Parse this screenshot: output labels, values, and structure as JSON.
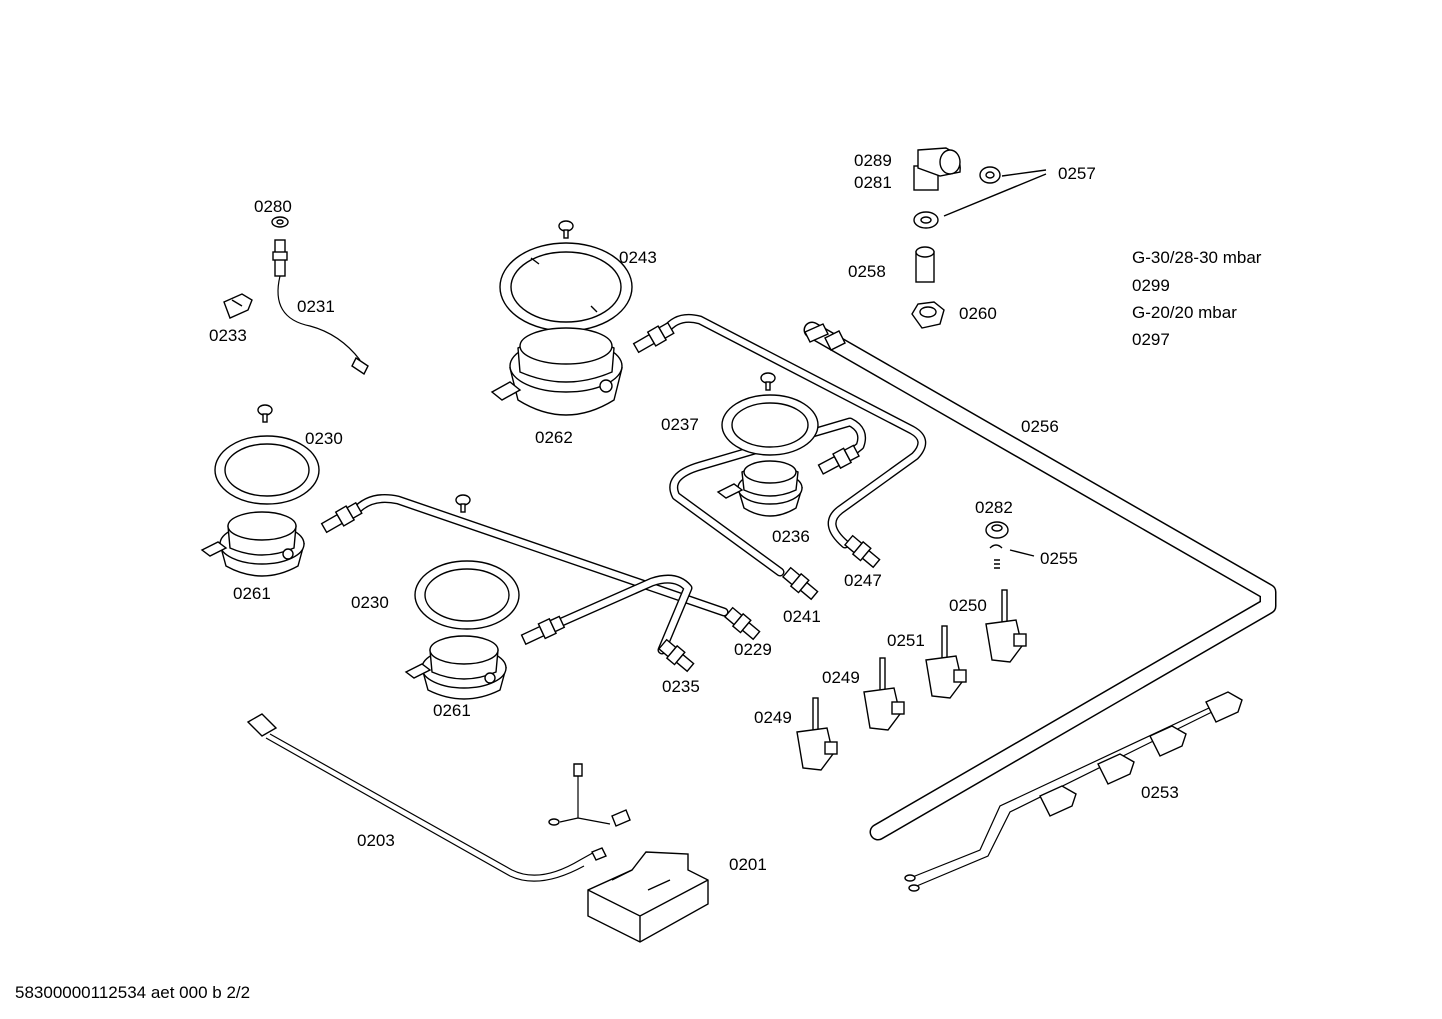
{
  "labels": {
    "p0280": "0280",
    "p0231": "0231",
    "p0233": "0233",
    "p0243": "0243",
    "p0262": "0262",
    "p0230a": "0230",
    "p0261a": "0261",
    "p0230b": "0230",
    "p0261b": "0261",
    "p0237": "0237",
    "p0236": "0236",
    "p0241": "0241",
    "p0247": "0247",
    "p0229": "0229",
    "p0235": "0235",
    "p0289": "0289",
    "p0281": "0281",
    "p0257": "0257",
    "p0258": "0258",
    "p0260": "0260",
    "p0256": "0256",
    "p0282": "0282",
    "p0255": "0255",
    "p0250": "0250",
    "p0251": "0251",
    "p0249a": "0249",
    "p0249b": "0249",
    "p0253": "0253",
    "p0203": "0203",
    "p0201": "0201"
  },
  "gas_notes": {
    "g30_label": "G-30/28-30 mbar",
    "g30_part": "0299",
    "g20_label": "G-20/20 mbar",
    "g20_part": "0297"
  },
  "footer": "58300000112534 aet 000 b 2/2"
}
